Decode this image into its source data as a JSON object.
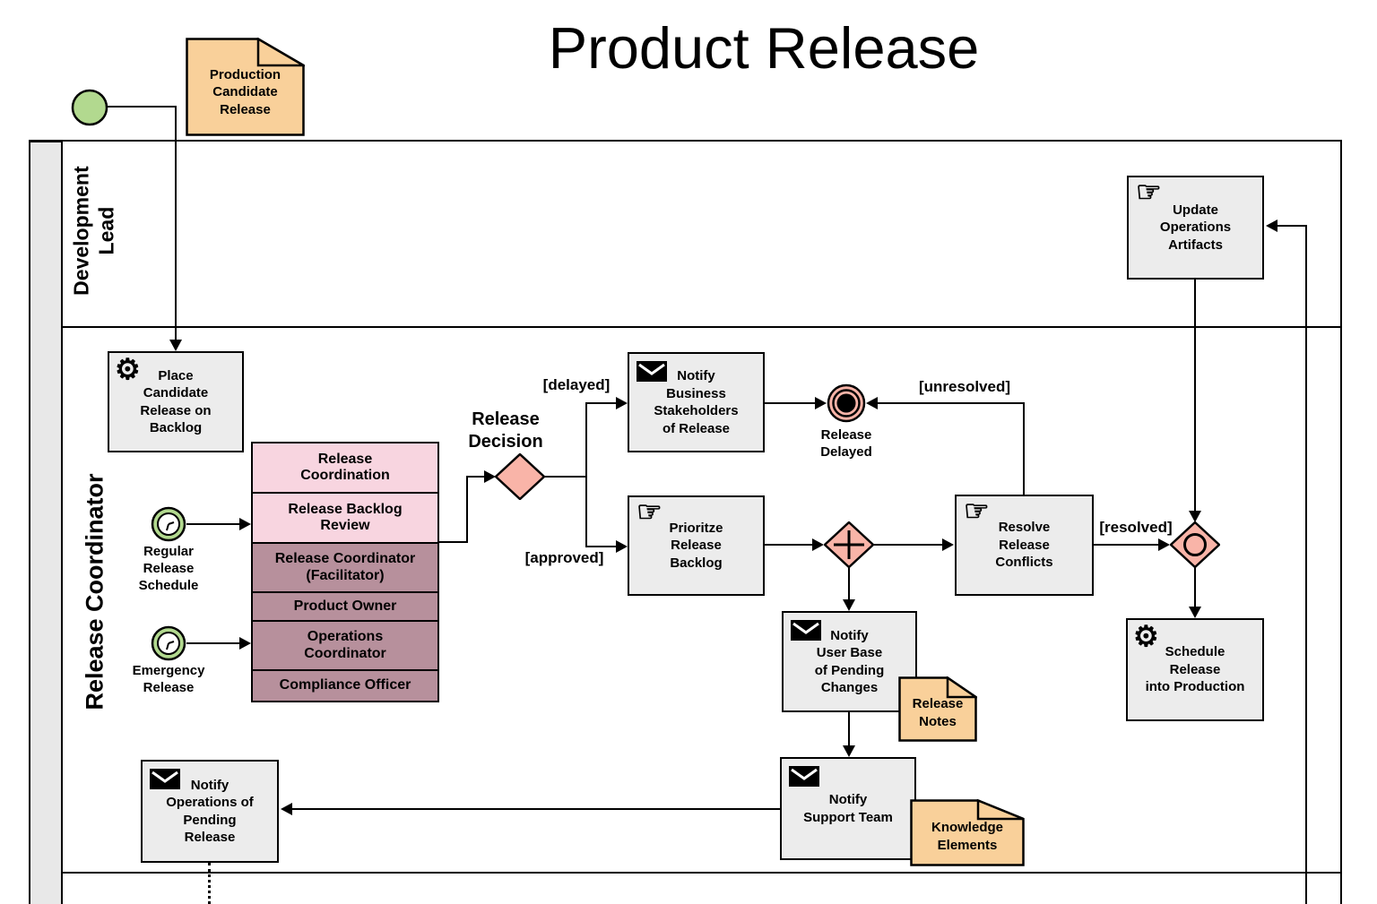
{
  "title": "Product Release",
  "pool": {
    "lanes": [
      {
        "label": "Development\nLead"
      },
      {
        "label": "Release Coordinator"
      }
    ]
  },
  "events": {
    "start": {
      "type": "start-event"
    },
    "regular_release": {
      "label": "Regular\nRelease\nSchedule"
    },
    "emergency_release": {
      "label": "Emergency\nRelease"
    },
    "release_delayed": {
      "label": "Release\nDelayed"
    }
  },
  "gateways": {
    "release_decision": {
      "label": "Release\nDecision"
    },
    "parallel": {
      "type": "parallel-gateway"
    },
    "inclusive": {
      "type": "inclusive-gateway"
    }
  },
  "tasks": {
    "place_candidate": {
      "label": "Place\nCandidate\nRelease on\nBacklog",
      "icon": "gear-icon"
    },
    "update_ops": {
      "label": "Update\nOperations\nArtifacts",
      "icon": "hand-icon"
    },
    "notify_stakeholders": {
      "label": "Notify\nBusiness\nStakeholders\nof Release",
      "icon": "envelope-icon"
    },
    "prioritze_backlog": {
      "label": "Prioritze\nRelease\nBacklog",
      "icon": "hand-icon"
    },
    "resolve_conflicts": {
      "label": "Resolve\nRelease\nConflicts",
      "icon": "hand-icon"
    },
    "schedule_release": {
      "label": "Schedule\nRelease\ninto Production",
      "icon": "gear-icon"
    },
    "notify_user_base": {
      "label": "Notify\nUser Base\nof Pending\nChanges",
      "icon": "envelope-icon"
    },
    "notify_support": {
      "label": "Notify\nSupport Team",
      "icon": "envelope-icon"
    },
    "notify_operations": {
      "label": "Notify\nOperations of\nPending\nRelease",
      "icon": "envelope-icon"
    }
  },
  "documents": {
    "production_candidate": {
      "label": "Production\nCandidate\nRelease"
    },
    "release_notes": {
      "label": "Release\nNotes"
    },
    "knowledge_elements": {
      "label": "Knowledge\nElements"
    }
  },
  "table": {
    "rows": [
      {
        "label": "Release\nCoordination",
        "tone": "pink"
      },
      {
        "label": "Release Backlog\nReview",
        "tone": "pink"
      },
      {
        "label": "Release Coordinator\n(Facilitator)",
        "tone": "mauve"
      },
      {
        "label": "Product Owner",
        "tone": "mauve"
      },
      {
        "label": "Operations\nCoordinator",
        "tone": "mauve"
      },
      {
        "label": "Compliance Officer",
        "tone": "mauve"
      }
    ]
  },
  "edge_labels": {
    "delayed": "[delayed]",
    "approved": "[approved]",
    "unresolved": "[unresolved]",
    "resolved": "[resolved]"
  },
  "icons": {
    "service": "gear-icon",
    "message": "envelope-icon",
    "manual": "hand-icon",
    "timer": "clock-icon"
  },
  "colors": {
    "task_fill": "#ececec",
    "document_fill": "#f9d09a",
    "pink_light": "#f8d5e0",
    "mauve": "#b7909c",
    "salmon": "#f9b4a8",
    "green": "#b2d98f",
    "lane_bar": "#e8e8e8"
  }
}
